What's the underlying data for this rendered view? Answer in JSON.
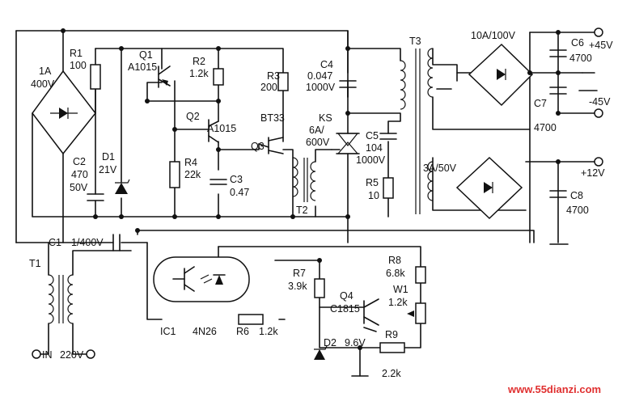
{
  "labels": {
    "bridge1_current": "1A",
    "bridge1_voltage": "400V",
    "r1_name": "R1",
    "r1_value": "100",
    "q1_name": "Q1",
    "q1_part": "A1015",
    "r2_name": "R2",
    "r2_value": "1.2k",
    "r3_name": "R3",
    "r3_value": "200",
    "c4_name": "C4",
    "c4_value": "0.047",
    "c4_voltage": "1000V",
    "t3_name": "T3",
    "bridge2_rating": "10A/100V",
    "c6_name": "C6",
    "c6_value": "4700",
    "out_pos45": "+45V",
    "out_neg45": "-45V",
    "c7_name": "C7",
    "c7_value": "4700",
    "q2_name": "Q2",
    "q2_part": "A1015",
    "bt33_part": "BT33",
    "ks_name": "KS",
    "ks_current": "6A/",
    "ks_voltage": "600V",
    "c5_name": "C5",
    "c5_value": "104",
    "c5_voltage": "1000V",
    "q3_name": "Q3",
    "c2_name": "C2",
    "c2_value": "470",
    "c2_voltage": "50V",
    "d1_name": "D1",
    "d1_value": "21V",
    "r4_name": "R4",
    "r4_value": "22k",
    "c3_name": "C3",
    "c3_value": "0.47",
    "r5_name": "R5",
    "r5_value": "10",
    "bridge3_rating": "3A/50V",
    "out_pos12": "+12V",
    "c8_name": "C8",
    "c8_value": "4700",
    "t2_name": "T2",
    "c1_name": "C1",
    "c1_value": "1/400V",
    "t1_name": "T1",
    "r7_name": "R7",
    "r7_value": "3.9k",
    "r8_name": "R8",
    "r8_value": "6.8k",
    "w1_name": "W1",
    "w1_value": "1.2k",
    "q4_name": "Q4",
    "q4_part": "C1815",
    "ic1_name": "IC1",
    "ic1_part": "4N26",
    "r6_name": "R6",
    "r6_value": "1.2k",
    "d2_name": "D2",
    "d2_value": "9.6V",
    "r9_name": "R9",
    "r9_value": "2.2k",
    "input_in": "IN",
    "input_voltage": "220V",
    "watermark": "www.55dianzi.com"
  }
}
